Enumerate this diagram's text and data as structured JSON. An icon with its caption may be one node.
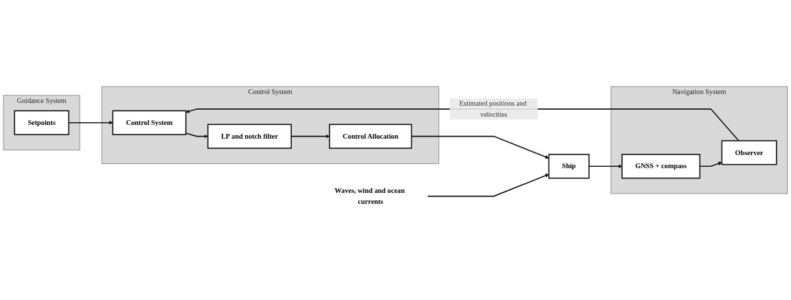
{
  "diagram": {
    "nodes": [
      {
        "text": [
          "Guidance System"
        ]
      },
      {
        "text": [
          "Setpoints"
        ],
        "in": 0
      },
      {
        "text": [
          "Control System"
        ]
      },
      {
        "text": [
          "Control System"
        ],
        "in": 2
      },
      {
        "text": [
          "LP and notch filter"
        ],
        "in": 2
      },
      {
        "text": [
          "Control Allocation"
        ],
        "in": 2
      },
      {
        "text": [
          "Ship"
        ]
      },
      {
        "text": [
          "Navigation System"
        ]
      },
      {
        "text": [
          "GNSS + compass"
        ],
        "in": 7
      },
      {
        "text": [
          "Observer"
        ],
        "in": 7
      },
      {
        "text": [
          "Waves, wind and ocean currents"
        ]
      }
    ],
    "edges": [
      {
        "from": 1,
        "to": 3,
        "arrow": "to"
      },
      {
        "from": 3,
        "to": 4,
        "arrow": "to"
      },
      {
        "from": 4,
        "to": 5,
        "arrow": "to"
      },
      {
        "from": 5,
        "to": 6,
        "arrow": "to"
      },
      {
        "from": 6,
        "to": 8,
        "arrow": "to"
      },
      {
        "from": 8,
        "to": 9,
        "arrow": "to"
      },
      {
        "from": 9,
        "to": 3,
        "arrow": "to",
        "label": "Estimated positions and velocities"
      },
      {
        "from": 10,
        "to": 6,
        "arrow": "to"
      }
    ]
  }
}
